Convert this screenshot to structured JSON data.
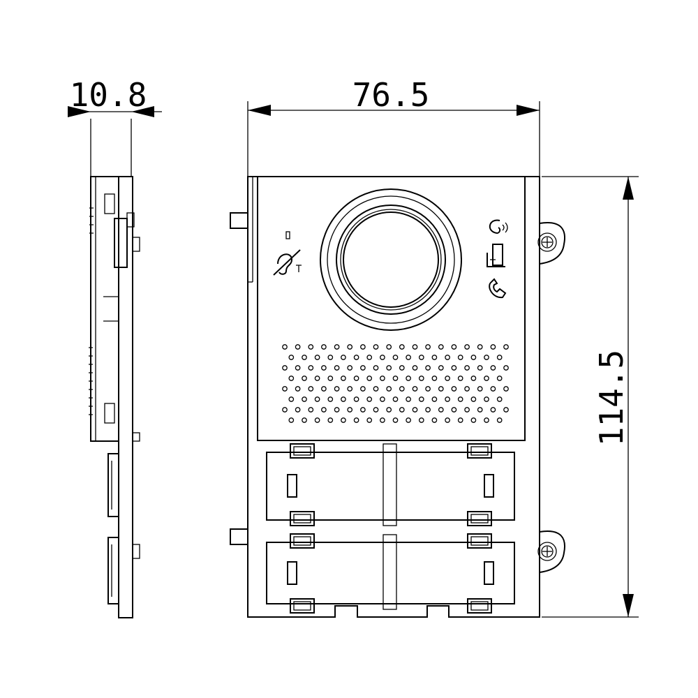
{
  "dimensions": {
    "side_depth": "10.8",
    "front_width": "76.5",
    "front_height": "114.5"
  },
  "panel": {
    "grille_rows": 8,
    "grille_cols": 18,
    "button_rows": 2,
    "buttons_per_row": 2
  },
  "icons": [
    "hearing-loop-icon",
    "speaker-active-icon",
    "door-open-icon",
    "handset-icon",
    "screw-icon"
  ]
}
